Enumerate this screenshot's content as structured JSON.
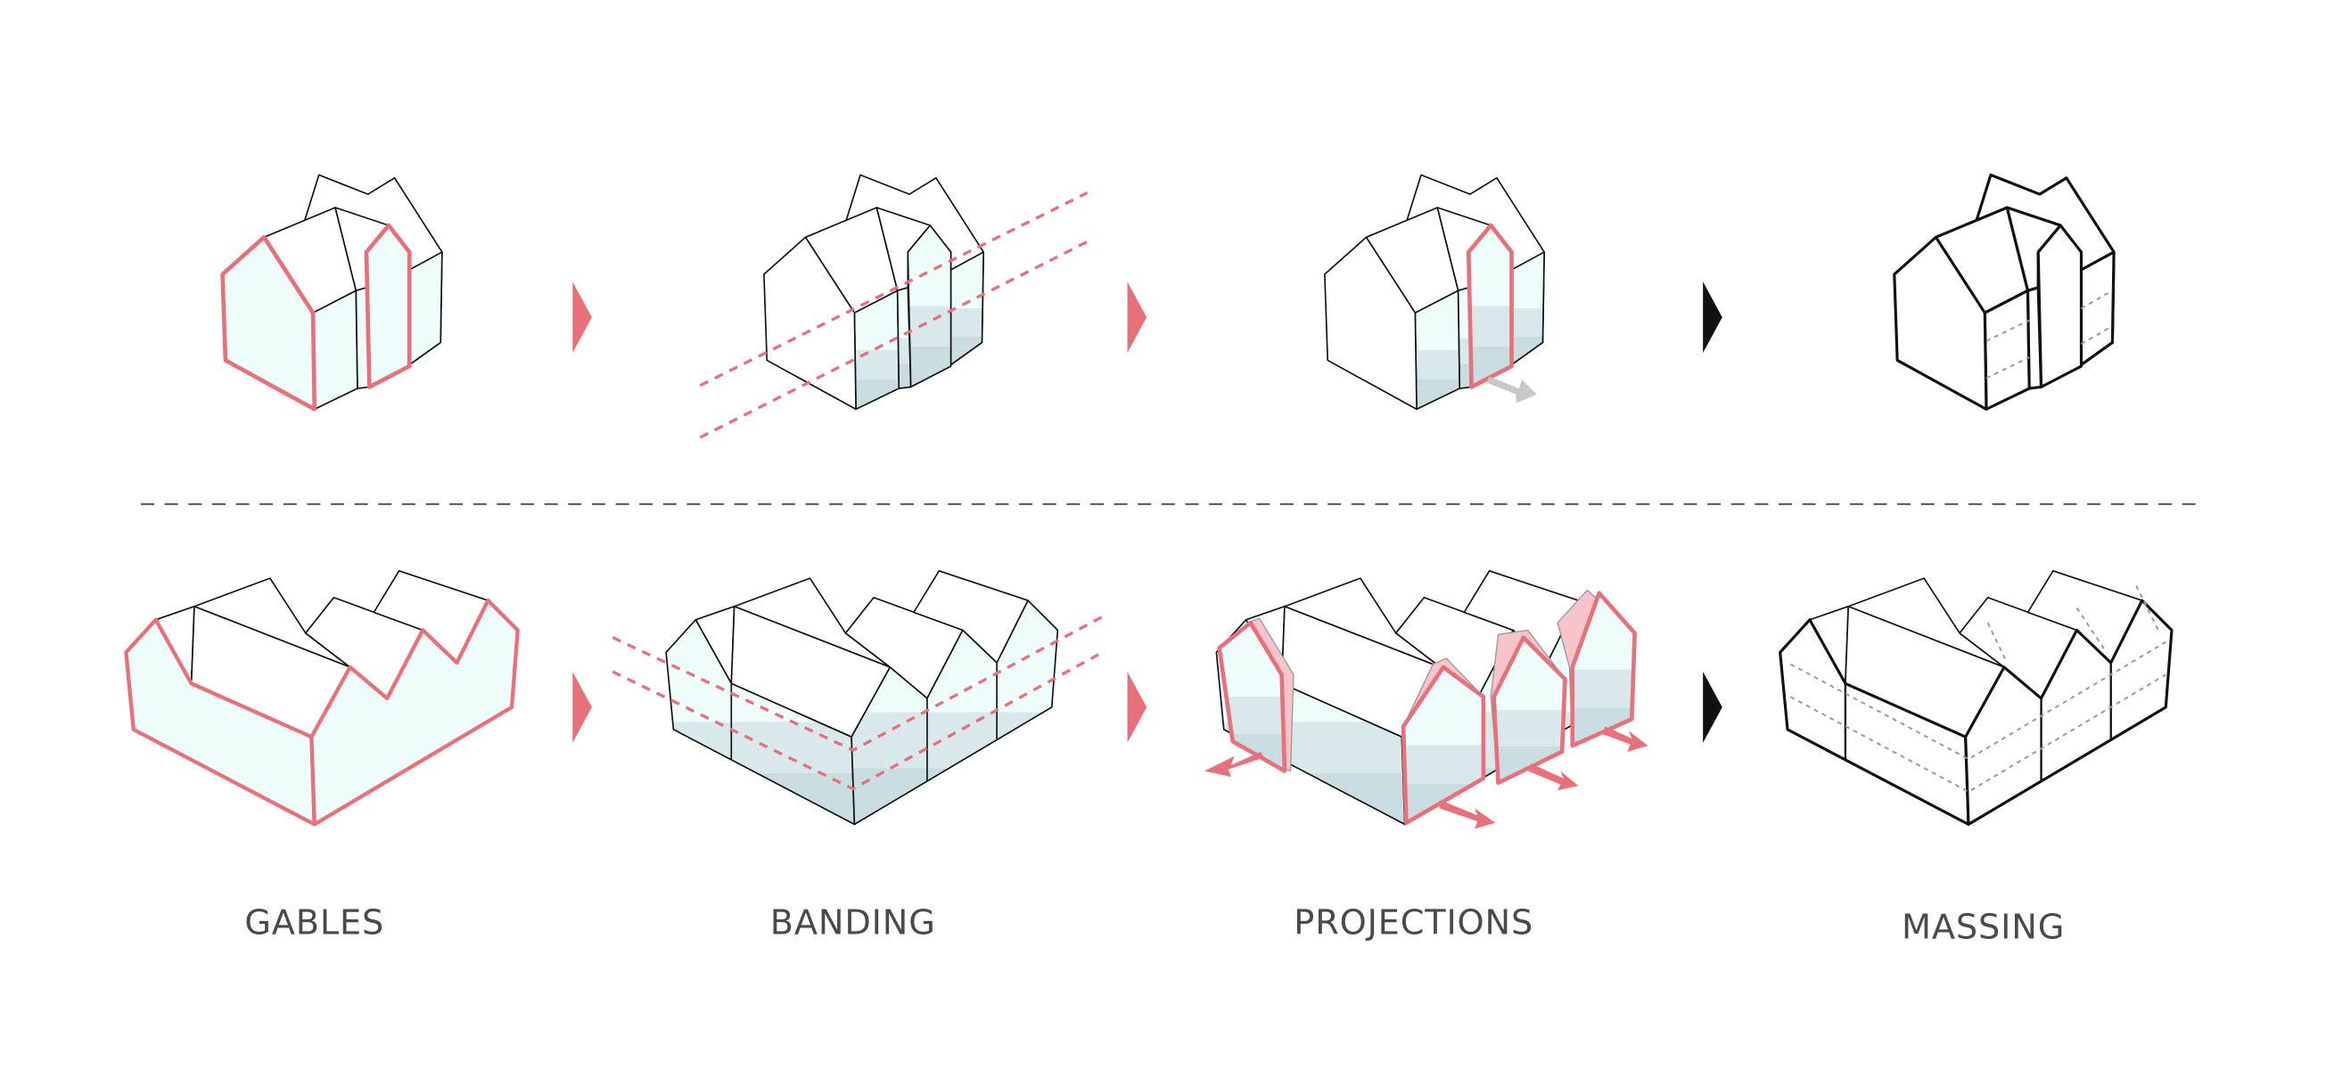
{
  "stages": [
    {
      "id": "gables",
      "label": "GABLES"
    },
    {
      "id": "banding",
      "label": "BANDING"
    },
    {
      "id": "projections",
      "label": "PROJECTIONS"
    },
    {
      "id": "massing",
      "label": "MASSING"
    }
  ],
  "colors": {
    "accent": "#e8707a",
    "accent_light": "#f6c4ca",
    "face": "#effcfc",
    "band_mid": "#d9e9eb",
    "band_low": "#c9dcdf",
    "outline": "#111111",
    "divider": "#555555",
    "dotted": "#9a9a9a",
    "label": "#4a4a4a"
  }
}
